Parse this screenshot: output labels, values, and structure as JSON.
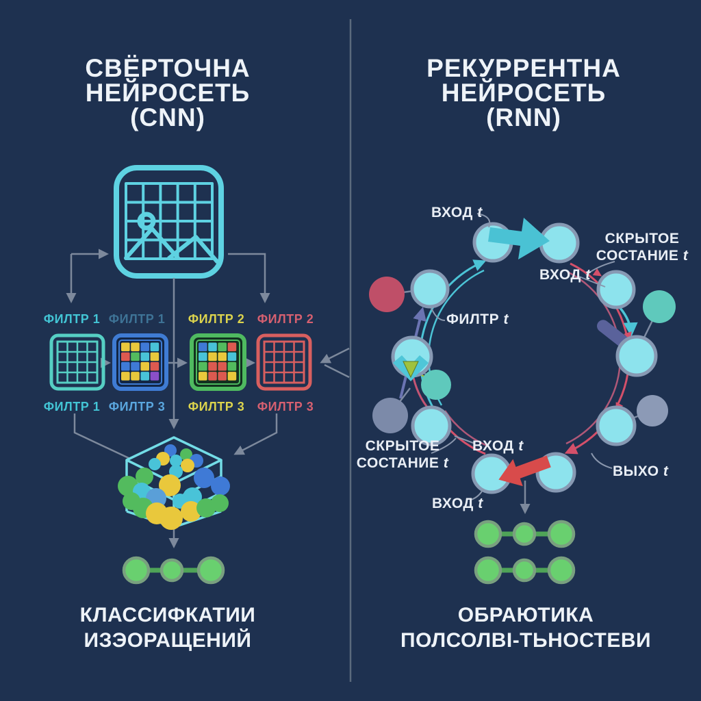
{
  "background": "#1e3150",
  "divider_color": "#5b6a7d",
  "palette": {
    "yellow": "#e9c83c",
    "red": "#dc5a50",
    "blue": "#3f7ad6",
    "cyan": "#49c3d8",
    "green": "#53bb5e",
    "purple": "#8a4fc8",
    "skyblue": "#5a9fd8"
  },
  "accents": {
    "icon_cyan": "#5ed2e2",
    "stack_cyan": "#73dce6",
    "node_fill": "#8de3ed",
    "node_ring": "#8799b3",
    "green_node": "#69d06f",
    "arrow_gray": "#7d899c",
    "arc_red": "#d4506a",
    "arc_cyan": "#4cc4d6",
    "big_arrow_cyan": "#4ac2d4",
    "big_arrow_red": "#d84b4b"
  },
  "left": {
    "title_lines": [
      "СВЁРТОЧНА",
      "НЕЙРОСЕТЬ",
      "(CNN)"
    ],
    "filter_labels_top": [
      "ФИЛТР 1",
      "ФИЛТР 1",
      "ФИЛТР 2",
      "ФИЛТР 2"
    ],
    "filter_labels_bottom": [
      "ФИЛТР 1",
      "ФИЛТР 3",
      "ФИЛТР 3",
      "ФИЛТР 3"
    ],
    "filter_label_colors_top": [
      "#43c5d5",
      "#3e7396",
      "#dcd44d",
      "#d66070"
    ],
    "filter_label_colors_bottom": [
      "#43c5d5",
      "#5aa6de",
      "#dcd44d",
      "#d66070"
    ],
    "filter_cells_b": [
      [
        "yellow",
        "yellow",
        "blue",
        "cyan"
      ],
      [
        "red",
        "green",
        "cyan",
        "yellow"
      ],
      [
        "blue",
        "blue",
        "yellow",
        "red"
      ],
      [
        "yellow",
        "yellow",
        "cyan",
        "purple"
      ]
    ],
    "filter_cells_c": [
      [
        "blue",
        "cyan",
        "green",
        "red"
      ],
      [
        "cyan",
        "yellow",
        "yellow",
        "cyan"
      ],
      [
        "green",
        "red",
        "red",
        "green"
      ],
      [
        "yellow",
        "red",
        "red",
        "yellow"
      ]
    ],
    "stack_dots": [
      [
        249,
        658,
        9,
        "blue"
      ],
      [
        238,
        670,
        10,
        "yellow"
      ],
      [
        272,
        664,
        9,
        "green"
      ],
      [
        287,
        673,
        10,
        "blue"
      ],
      [
        226,
        678,
        9,
        "cyan"
      ],
      [
        257,
        673,
        9,
        "cyan"
      ],
      [
        274,
        680,
        10,
        "yellow"
      ],
      [
        257,
        689,
        10,
        "cyan"
      ],
      [
        211,
        696,
        13,
        "green"
      ],
      [
        187,
        710,
        15,
        "green"
      ],
      [
        248,
        709,
        16,
        "yellow"
      ],
      [
        298,
        698,
        15,
        "blue"
      ],
      [
        322,
        710,
        14,
        "blue"
      ],
      [
        207,
        718,
        13,
        "cyan"
      ],
      [
        228,
        728,
        15,
        "skyblue"
      ],
      [
        281,
        726,
        14,
        "cyan"
      ],
      [
        263,
        732,
        11,
        "cyan"
      ],
      [
        192,
        732,
        13,
        "green"
      ],
      [
        209,
        742,
        15,
        "green"
      ],
      [
        229,
        750,
        16,
        "yellow"
      ],
      [
        250,
        757,
        17,
        "yellow"
      ],
      [
        279,
        747,
        15,
        "yellow"
      ],
      [
        301,
        742,
        14,
        "green"
      ],
      [
        321,
        735,
        13,
        "green"
      ]
    ],
    "caption_lines": [
      "КЛАССИФКАТИИ",
      "ИЗЭОРАЩЕНИЙ"
    ]
  },
  "right": {
    "title_lines": [
      "РЕКУРРЕНТНА",
      "НЕЙРОСЕТЬ",
      "(RNN)"
    ],
    "labels": {
      "input_top": {
        "text": "ВХОД",
        "t": "t"
      },
      "hidden_right": {
        "line1": "СКРЫТОЕ",
        "line2": "СОСТАНИЕ",
        "t": "t"
      },
      "input_right": {
        "text": "ВХОД",
        "t": "t"
      },
      "filter": {
        "text": "ФИЛТР",
        "t": "t"
      },
      "hidden_left": {
        "line1": "СКРЫТОЕ",
        "line2": "СОСТАНИЕ",
        "t": "t"
      },
      "input_mid": {
        "text": "ВХОД",
        "t": "t"
      },
      "output": {
        "text": "ВЫХО",
        "t": "t"
      },
      "input_bottom": {
        "text": "ВХОД",
        "t": "t"
      }
    },
    "caption_lines": [
      "ОБРАЮТИКА",
      "ПОЛСОЛВІ-ТЬНОСТЕВИ"
    ]
  }
}
